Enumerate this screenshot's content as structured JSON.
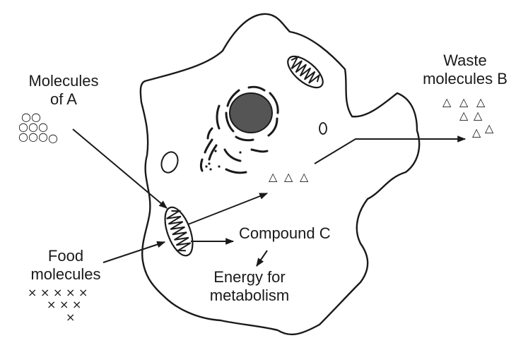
{
  "labels": {
    "molecules_a_line1": "Molecules",
    "molecules_a_line2": "of A",
    "waste_line1": "Waste",
    "waste_line2": "molecules B",
    "food_line1": "Food",
    "food_line2": "molecules",
    "compound_c": "Compound C",
    "energy_line1": "Energy for",
    "energy_line2": "metabolism"
  },
  "symbols": {
    "circle": "○",
    "triangle": "△",
    "cross": "×"
  },
  "colors": {
    "ink": "#1a1a1a",
    "nucleus_fill": "#555555",
    "background": "#ffffff"
  },
  "icons": [
    "cell-outline",
    "nucleus",
    "mitochondrion",
    "vacuole",
    "arrow"
  ]
}
